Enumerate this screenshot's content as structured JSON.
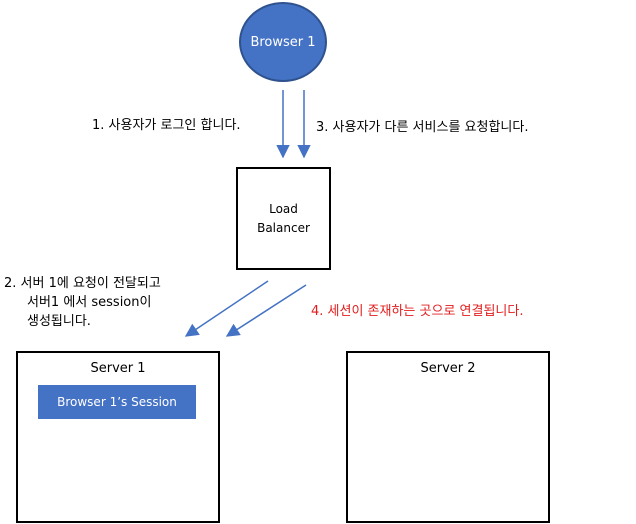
{
  "browser": {
    "label": "Browser 1"
  },
  "steps": {
    "step1": "1. 사용자가 로그인 합니다.",
    "step3": "3. 사용자가 다른 서비스를 요청합니다.",
    "step2_line1": "2. 서버 1에 요청이 전달되고",
    "step2_line2": "서버1 에서 session이",
    "step2_line3": "생성됩니다.",
    "step4": "4. 세션이 존재하는 곳으로 연결됩니다."
  },
  "load_balancer": {
    "line1": "Load",
    "line2": "Balancer"
  },
  "server1": {
    "title": "Server 1",
    "session_label": "Browser 1’s Session"
  },
  "server2": {
    "title": "Server 2"
  },
  "colors": {
    "accent_blue": "#4472c4",
    "arrow_blue": "#4472c4",
    "step4_red": "#e31c1c"
  }
}
